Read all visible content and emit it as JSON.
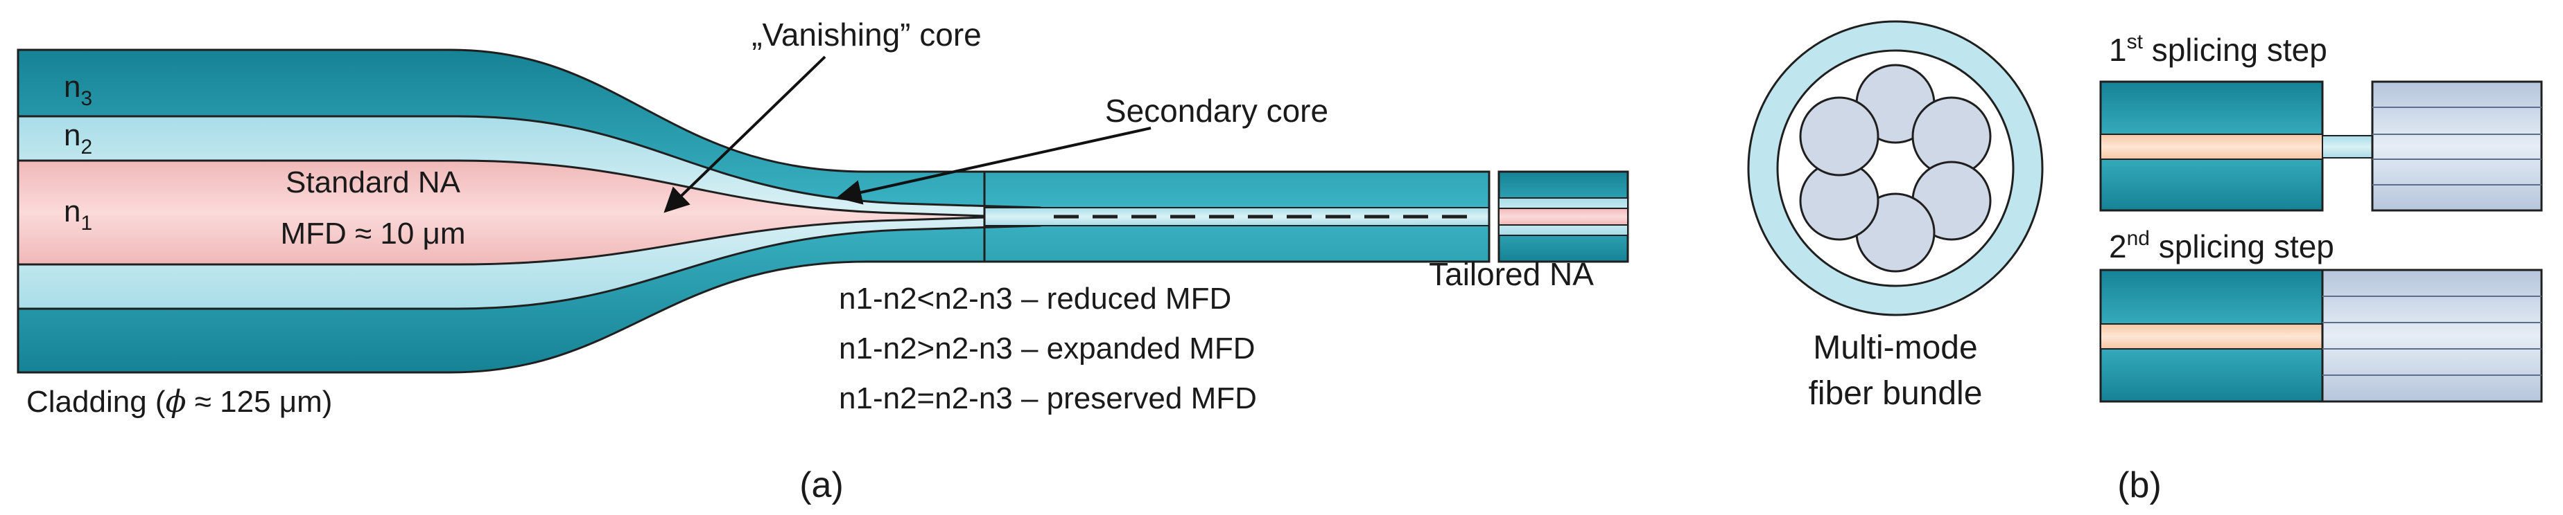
{
  "panel_a": {
    "labels": {
      "n3": "n",
      "n3_sub": "3",
      "n2": "n",
      "n2_sub": "2",
      "n1": "n",
      "n1_sub": "1",
      "standard_na": "Standard NA",
      "mfd": "MFD ≈ 10 μm",
      "vanishing_core": "„Vanishing” core",
      "secondary_core": "Secondary core",
      "tailored_na": "Tailored NA",
      "cladding_prefix": "Cladding (",
      "cladding_phi": "ϕ",
      "cladding_suffix": " ≈ 125 μm)"
    },
    "conditions": [
      "n1-n2<n2-n3 – reduced MFD",
      "n1-n2>n2-n3 – expanded MFD",
      "n1-n2=n2-n3 – preserved MFD"
    ],
    "caption": "(a)"
  },
  "bundle": {
    "label_line1": "Multi-mode",
    "label_line2": "fiber bundle",
    "fiber_count": 6
  },
  "panel_b": {
    "step1_ordinal": "1",
    "step1_sup": "st",
    "step1_text": " splicing step",
    "step2_ordinal": "2",
    "step2_sup": "nd",
    "step2_text": " splicing step",
    "caption": "(b)"
  },
  "colors": {
    "outer_cladding": "#1e90a2",
    "inner_cladding": "#bfe6ee",
    "core": "#f4c4c4",
    "secondary_core_line": "#1f1f1f",
    "spliced_core": "#fad3b8",
    "bundle_fiber": "#cfd8e6",
    "outline": "#1f1f1f"
  }
}
